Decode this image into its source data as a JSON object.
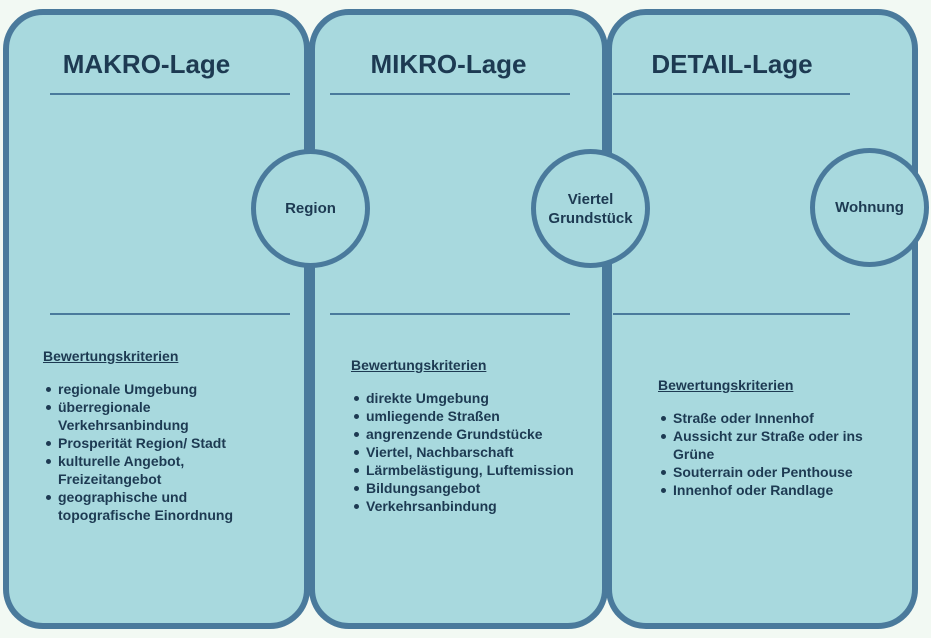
{
  "columns": [
    {
      "title": "MAKRO-Lage",
      "circle_label": "Region",
      "criteria_heading": "Bewertungskriterien",
      "items": [
        "regionale Umgebung",
        "überregionale\nVerkehrsanbindung",
        "Prosperität Region/ Stadt",
        "kulturelle Angebot,\nFreizeitangebot",
        "geographische und\ntopografische Einordnung"
      ]
    },
    {
      "title": "MIKRO-Lage",
      "circle_label": "Viertel\nGrundstück",
      "criteria_heading": "Bewertungskriterien",
      "items": [
        "direkte Umgebung",
        "umliegende Straßen",
        "angrenzende Grundstücke",
        "Viertel, Nachbarschaft",
        "Lärmbelästigung, Luftemission",
        "Bildungsangebot",
        "Verkehrsanbindung"
      ]
    },
    {
      "title": "DETAIL-Lage",
      "circle_label": "Wohnung",
      "criteria_heading": "Bewertungskriterien",
      "items": [
        "Straße oder Innenhof",
        "Aussicht zur Straße oder ins\nGrüne",
        "Souterrain oder Penthouse",
        "Innenhof oder Randlage"
      ]
    }
  ],
  "colors": {
    "panel_fill": "#a8d9de",
    "panel_border": "#4a7a9c",
    "text": "#1d3a52",
    "background": "#f2f9f3"
  }
}
